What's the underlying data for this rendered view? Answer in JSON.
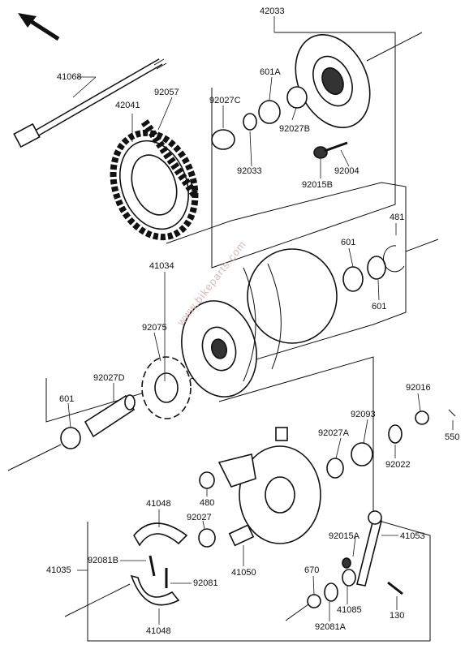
{
  "diagram": {
    "watermark": "www.bikeparts.com",
    "colors": {
      "ink": "#111111",
      "paper": "#ffffff",
      "watermark": "#d9b8b8"
    },
    "direction_icon": "front-arrow-icon",
    "labels": [
      {
        "key": "42033",
        "text": "42033"
      },
      {
        "key": "41068",
        "text": "41068"
      },
      {
        "key": "42041",
        "text": "42041"
      },
      {
        "key": "92057",
        "text": "92057"
      },
      {
        "key": "92027C",
        "text": "92027C"
      },
      {
        "key": "601A",
        "text": "601A"
      },
      {
        "key": "92027B",
        "text": "92027B"
      },
      {
        "key": "92033",
        "text": "92033"
      },
      {
        "key": "92004",
        "text": "92004"
      },
      {
        "key": "92015B",
        "text": "92015B"
      },
      {
        "key": "481",
        "text": "481"
      },
      {
        "key": "601-top",
        "text": "601"
      },
      {
        "key": "601-right",
        "text": "601"
      },
      {
        "key": "41034",
        "text": "41034"
      },
      {
        "key": "92075",
        "text": "92075"
      },
      {
        "key": "92027D",
        "text": "92027D"
      },
      {
        "key": "601-left",
        "text": "601"
      },
      {
        "key": "92016",
        "text": "92016"
      },
      {
        "key": "92093",
        "text": "92093"
      },
      {
        "key": "92027A",
        "text": "92027A"
      },
      {
        "key": "550",
        "text": "550"
      },
      {
        "key": "92022",
        "text": "92022"
      },
      {
        "key": "480",
        "text": "480"
      },
      {
        "key": "41048-top",
        "text": "41048"
      },
      {
        "key": "92027",
        "text": "92027"
      },
      {
        "key": "92015A",
        "text": "92015A"
      },
      {
        "key": "41053",
        "text": "41053"
      },
      {
        "key": "41035",
        "text": "41035"
      },
      {
        "key": "92081B",
        "text": "92081B"
      },
      {
        "key": "92081",
        "text": "92081"
      },
      {
        "key": "41050",
        "text": "41050"
      },
      {
        "key": "670",
        "text": "670"
      },
      {
        "key": "41085",
        "text": "41085"
      },
      {
        "key": "92081A",
        "text": "92081A"
      },
      {
        "key": "130",
        "text": "130"
      },
      {
        "key": "41048-bottom",
        "text": "41048"
      }
    ]
  }
}
